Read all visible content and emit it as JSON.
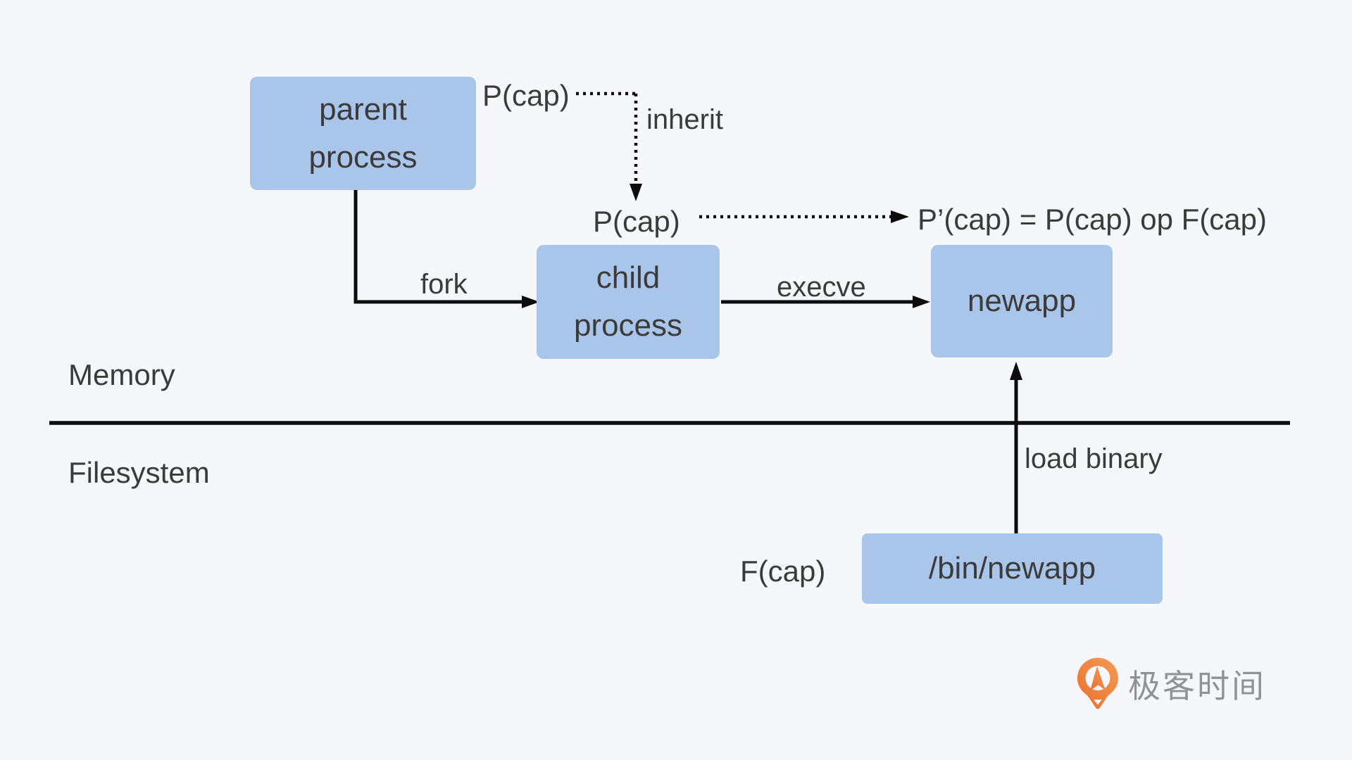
{
  "diagram": {
    "regions": {
      "memory": "Memory",
      "filesystem": "Filesystem"
    },
    "nodes": {
      "parent": {
        "label": "parent process"
      },
      "child": {
        "label": "child process"
      },
      "newapp": {
        "label": "newapp"
      },
      "bin_newapp": {
        "label": "/bin/newapp"
      }
    },
    "labels": {
      "p_cap_parent": "P(cap)",
      "inherit": "inherit",
      "p_cap_child": "P(cap)",
      "formula": "P’(cap) = P(cap) op F(cap)",
      "fork": "fork",
      "execve": "execve",
      "load_binary": "load binary",
      "f_cap": "F(cap)"
    },
    "colors": {
      "background": "#f5f7fb",
      "node_fill": "#a9c5e9",
      "text": "#3b3b3b",
      "line": "#0c0c0c",
      "logo_orange_light": "#f29c57",
      "logo_orange_dark": "#e96f2e",
      "logo_text": "#909296"
    }
  },
  "branding": {
    "logo_text": "极客时间"
  }
}
